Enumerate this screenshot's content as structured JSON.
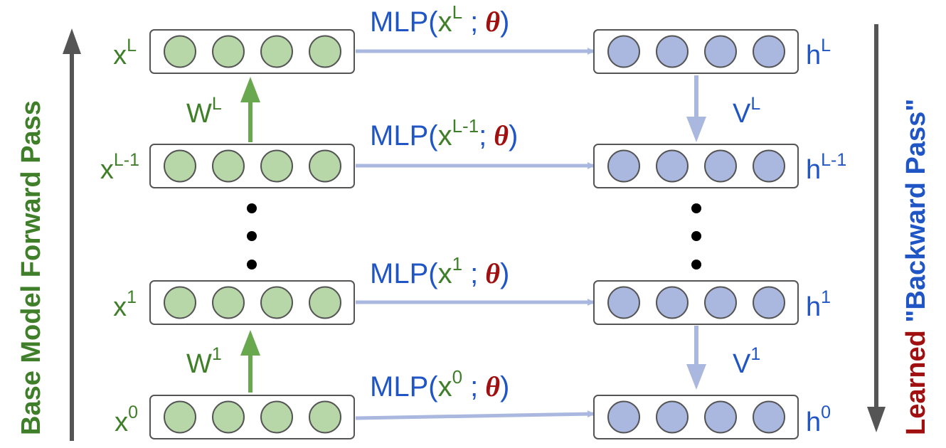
{
  "side_left": {
    "title": "Base Model Forward Pass"
  },
  "side_right": {
    "title_part1": "Learned",
    "title_part2": " \"Backward Pass\""
  },
  "left_layers": [
    {
      "base": "x",
      "sup": "L"
    },
    {
      "base": "x",
      "sup": "L-1"
    },
    {
      "base": "x",
      "sup": "1"
    },
    {
      "base": "x",
      "sup": "0"
    }
  ],
  "right_layers": [
    {
      "base": "h",
      "sup": "L"
    },
    {
      "base": "h",
      "sup": "L-1"
    },
    {
      "base": "h",
      "sup": "1"
    },
    {
      "base": "h",
      "sup": "0"
    }
  ],
  "mlp_labels": [
    {
      "prefix": "MLP(",
      "x": "x",
      "sup": "L",
      "sep": " ;",
      "theta": "θ",
      "suffix": ")"
    },
    {
      "prefix": "MLP(",
      "x": "x",
      "sup": "L-1",
      "sep": ";",
      "theta": "θ",
      "suffix": ")"
    },
    {
      "prefix": "MLP(",
      "x": "x",
      "sup": "1",
      "sep": " ;",
      "theta": "θ",
      "suffix": ")"
    },
    {
      "prefix": "MLP(",
      "x": "x",
      "sup": "0",
      "sep": " ;",
      "theta": "θ",
      "suffix": ")"
    }
  ],
  "weights_left": [
    {
      "base": "W",
      "sup": "L"
    },
    {
      "base": "W",
      "sup": "1"
    }
  ],
  "weights_right": [
    {
      "base": "V",
      "sup": "L"
    },
    {
      "base": "V",
      "sup": "1"
    }
  ],
  "colors": {
    "green_text": "#3f7f2a",
    "green_arrow": "#6aa84f",
    "green_node": "#b7d7a8",
    "blue_text": "#1f55c4",
    "blue_arrow": "#aab8e0",
    "blue_node": "#aab8e0",
    "theta_red": "#a11010",
    "side_arrow": "#555555"
  }
}
